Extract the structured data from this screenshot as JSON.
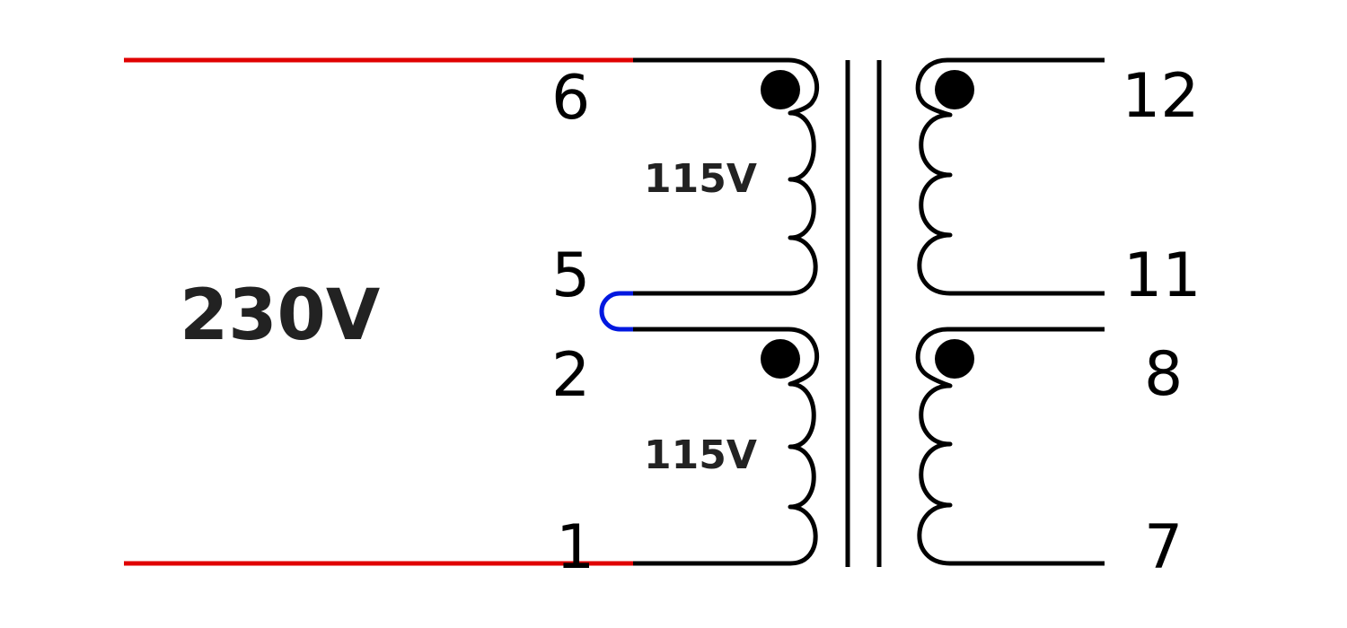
{
  "labels": {
    "input_voltage": "230V",
    "winding_upper_voltage": "115V",
    "winding_lower_voltage": "115V"
  },
  "pins": {
    "p6": "6",
    "p5": "5",
    "p2": "2",
    "p1": "1",
    "p12": "12",
    "p11": "11",
    "p8": "8",
    "p7": "7"
  },
  "colors": {
    "input_wire": "#e00000",
    "jumper_wire": "#0018e0",
    "winding": "#000000",
    "text": "#222222"
  }
}
